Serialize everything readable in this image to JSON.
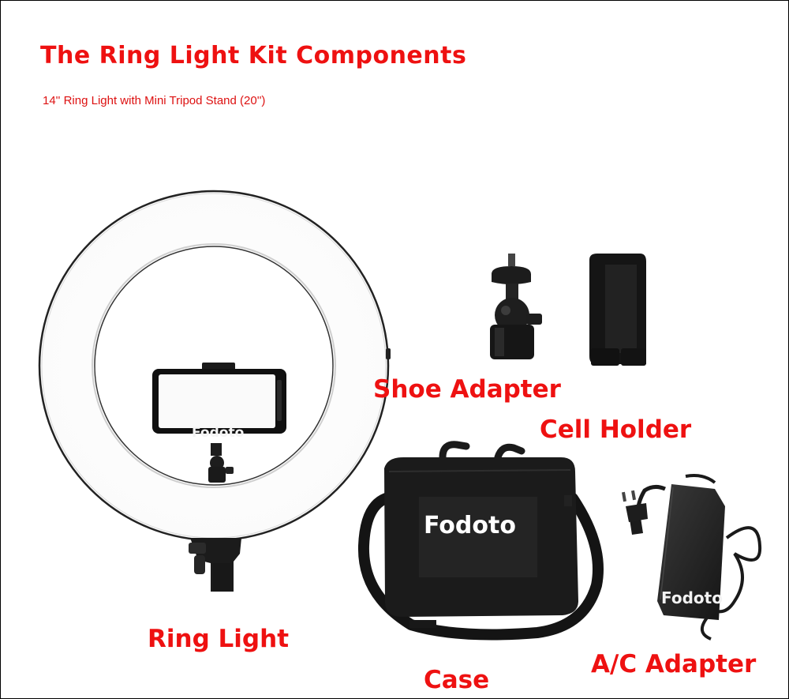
{
  "title": "The Ring Light Kit Components",
  "subtitle": "14'' Ring Light with Mini Tripod Stand (20'')",
  "labels": {
    "ring_light": "Ring Light",
    "shoe_adapter": "Shoe Adapter",
    "cell_holder": "Cell Holder",
    "case": "Case",
    "ac_adapter": "A/C Adapter"
  },
  "brand": "Fodoto",
  "colors": {
    "label_red": "#ee1111",
    "background": "#ffffff",
    "product_black": "#1a1a1a"
  },
  "icons": [
    "ring-light-icon",
    "phone-icon",
    "ball-head-icon",
    "phone-clamp-icon",
    "bag-icon",
    "power-adapter-icon"
  ]
}
